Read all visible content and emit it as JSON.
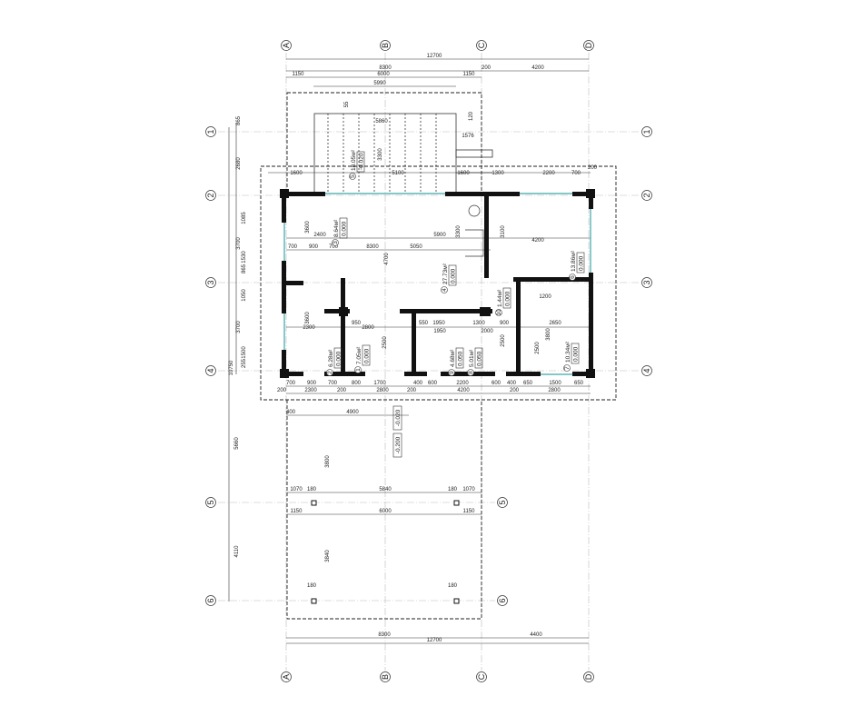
{
  "axes": {
    "columns": [
      "A",
      "B",
      "C",
      "D"
    ],
    "rows": [
      "1",
      "2",
      "3",
      "4",
      "5",
      "6"
    ]
  },
  "dimensions": {
    "top": [
      "12700",
      "8300",
      "200",
      "4200",
      "1150",
      "6000",
      "1150",
      "5990"
    ],
    "porch": [
      "5860",
      "3300",
      "5100",
      "1600",
      "1600",
      "1300",
      "2200",
      "700",
      "200",
      "1576",
      "120",
      "55"
    ],
    "interior": [
      "2400",
      "5900",
      "8300",
      "5050",
      "700",
      "900",
      "700",
      "4200",
      "4700",
      "3100",
      "3300",
      "3600",
      "3600",
      "2800",
      "2300",
      "950",
      "1950",
      "550",
      "1950",
      "1300",
      "2000",
      "900",
      "2650",
      "1200",
      "3800",
      "2500",
      "2500",
      "2500"
    ],
    "bottom_house": [
      "700",
      "900",
      "700",
      "800",
      "1700",
      "400",
      "600",
      "2200",
      "600",
      "400",
      "650",
      "1500",
      "650",
      "200",
      "2300",
      "200",
      "2800",
      "200",
      "4200",
      "200",
      "2800"
    ],
    "left": [
      "865",
      "2680",
      "3700",
      "3700",
      "10750",
      "1085",
      "1530",
      "865",
      "1050",
      "1500",
      "255"
    ],
    "terrace": [
      "400",
      "4900",
      "3800",
      "5660",
      "4110",
      "1070",
      "180",
      "5840",
      "180",
      "1070",
      "1150",
      "6000",
      "1150",
      "3840",
      "180",
      "180"
    ],
    "bottom": [
      "8300",
      "4400",
      "12700"
    ]
  },
  "levels": [
    "-0.020",
    "-0.200"
  ],
  "rooms": [
    {
      "num": "1",
      "area": "7.05м²",
      "level": "0.000"
    },
    {
      "num": "2",
      "area": "6.28м²",
      "level": "0.000"
    },
    {
      "num": "3",
      "area": "8.64м²",
      "level": "0.000"
    },
    {
      "num": "4",
      "area": "27.73м²",
      "level": "0.000"
    },
    {
      "num": "5",
      "area": "18.05м²",
      "level": "-0.020"
    },
    {
      "num": "6",
      "area": "13.86м²",
      "level": "0.000"
    },
    {
      "num": "7",
      "area": "10.34м²",
      "level": "0.000"
    },
    {
      "num": "8",
      "area": "5.01м²",
      "level": "0.050"
    },
    {
      "num": "9",
      "area": "4.68м²",
      "level": "0.050"
    },
    {
      "num": "10",
      "area": "1.44м²",
      "level": "0.000"
    }
  ],
  "colors": {
    "wall": "#111111",
    "window": "#3aa7a7",
    "line": "#333333"
  }
}
